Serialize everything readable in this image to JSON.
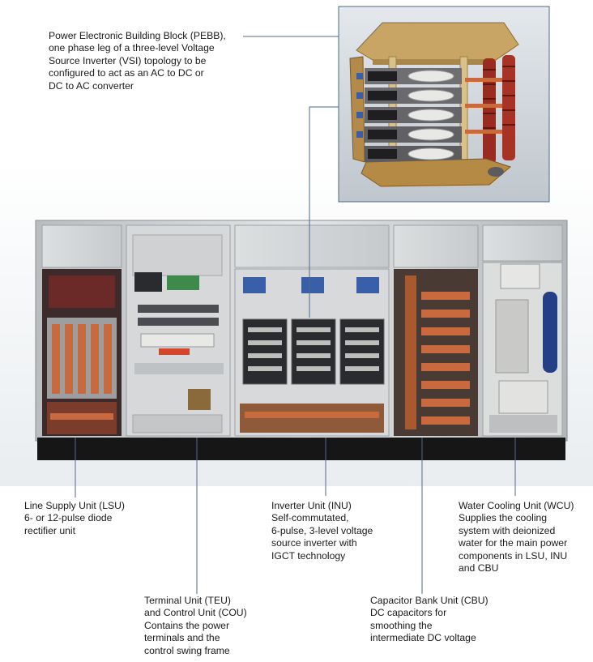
{
  "labels": {
    "pebb": "Power Electronic Building Block (PEBB),\none phase leg of a three-level Voltage\nSource Inverter (VSI) topology to be\nconfigured to act as an AC to DC or\nDC to AC converter",
    "lsu": "Line Supply Unit (LSU)\n6- or 12-pulse diode\nrectifier unit",
    "teu": "Terminal Unit (TEU)\nand Control Unit (COU)\nContains the power\nterminals and the\ncontrol swing frame",
    "inu": "Inverter Unit (INU)\nSelf-commutated,\n6-pulse, 3-level voltage\nsource inverter with\nIGCT technology",
    "cbu": "Capacitor Bank Unit (CBU)\nDC capacitors for\nsmoothing the\nintermediate DC voltage",
    "wcu": "Water Cooling Unit (WCU)\nSupplies the cooling\nsystem with deionized\nwater for the main power\ncomponents in LSU, INU\nand CBU"
  },
  "colors": {
    "leader_line": "#4d6a8c",
    "cabinet_frame": "#c9ccce",
    "plinth": "#161616",
    "copper": "#c86a3e",
    "busbar": "#a9592f"
  }
}
